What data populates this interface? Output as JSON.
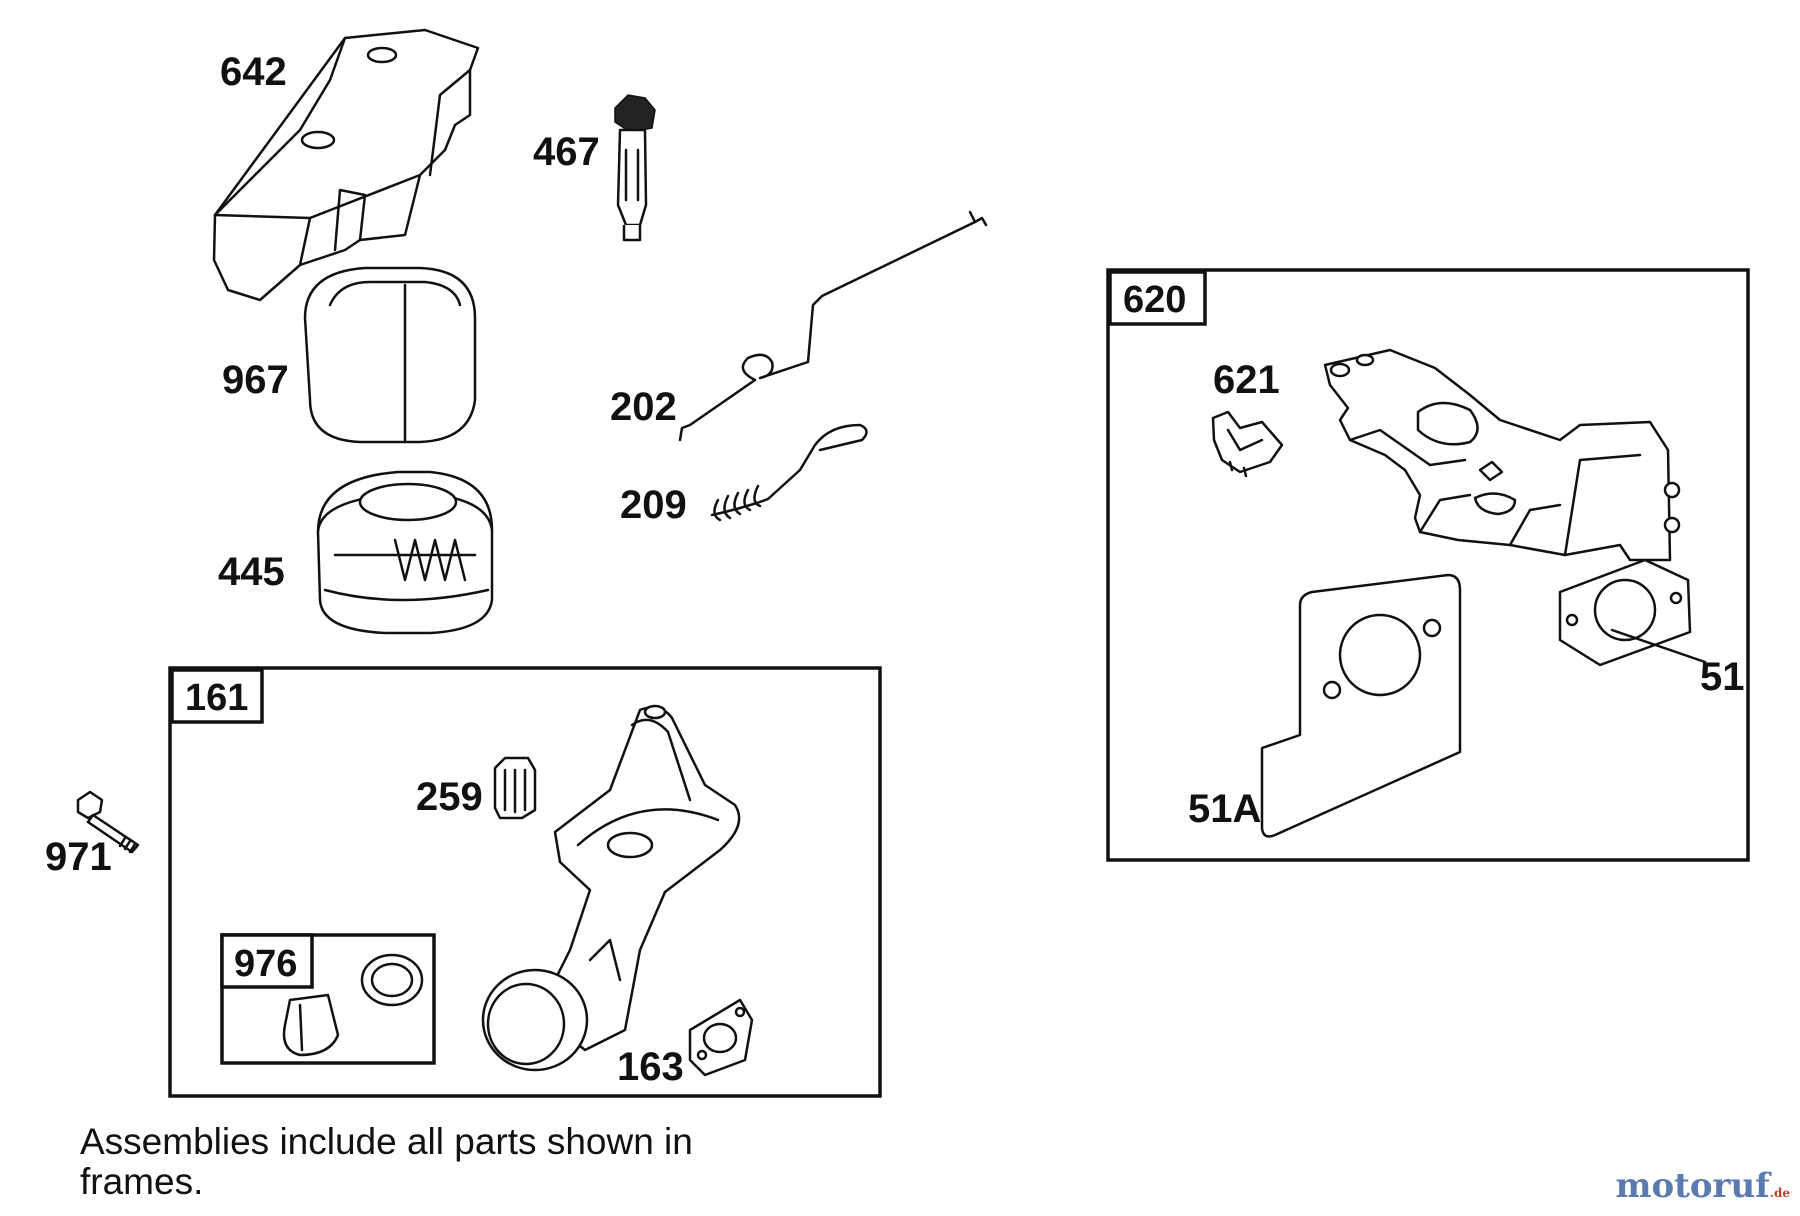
{
  "parts": {
    "p642": "642",
    "p467": "467",
    "p967": "967",
    "p202": "202",
    "p209": "209",
    "p445": "445",
    "p259": "259",
    "p971": "971",
    "p163": "163",
    "p621": "621",
    "p51": "51",
    "p51a": "51A"
  },
  "frames": {
    "f161": "161",
    "f976": "976",
    "f620": "620"
  },
  "note": "Assemblies include all parts shown in frames.",
  "watermark": {
    "main": "motoruf",
    "tld": ".de"
  }
}
